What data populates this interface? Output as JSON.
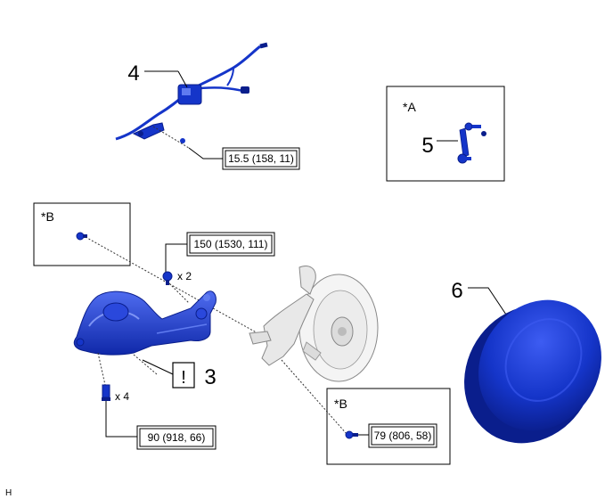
{
  "callouts": {
    "part3": "3",
    "part4": "4",
    "part5": "5",
    "part6": "6"
  },
  "caution_symbol": "!",
  "view_refs": {
    "a": "*A",
    "b_left": "*B",
    "b_right": "*B"
  },
  "torques": {
    "harness_bolt": "15.5 (158, 11)",
    "upper_bolt": "150 (1530, 111)",
    "lower_bolt": "90 (918, 66)",
    "knuckle_bolt": "79 (806, 58)"
  },
  "quantities": {
    "upper": "x 2",
    "lower": "x 4"
  },
  "corner_code": "H",
  "colors": {
    "part_blue": "#1535c9",
    "part_dark": "#0a1e8c",
    "part_light": "#5f7bf0",
    "knuckle_grey": "#dcdcdc"
  }
}
